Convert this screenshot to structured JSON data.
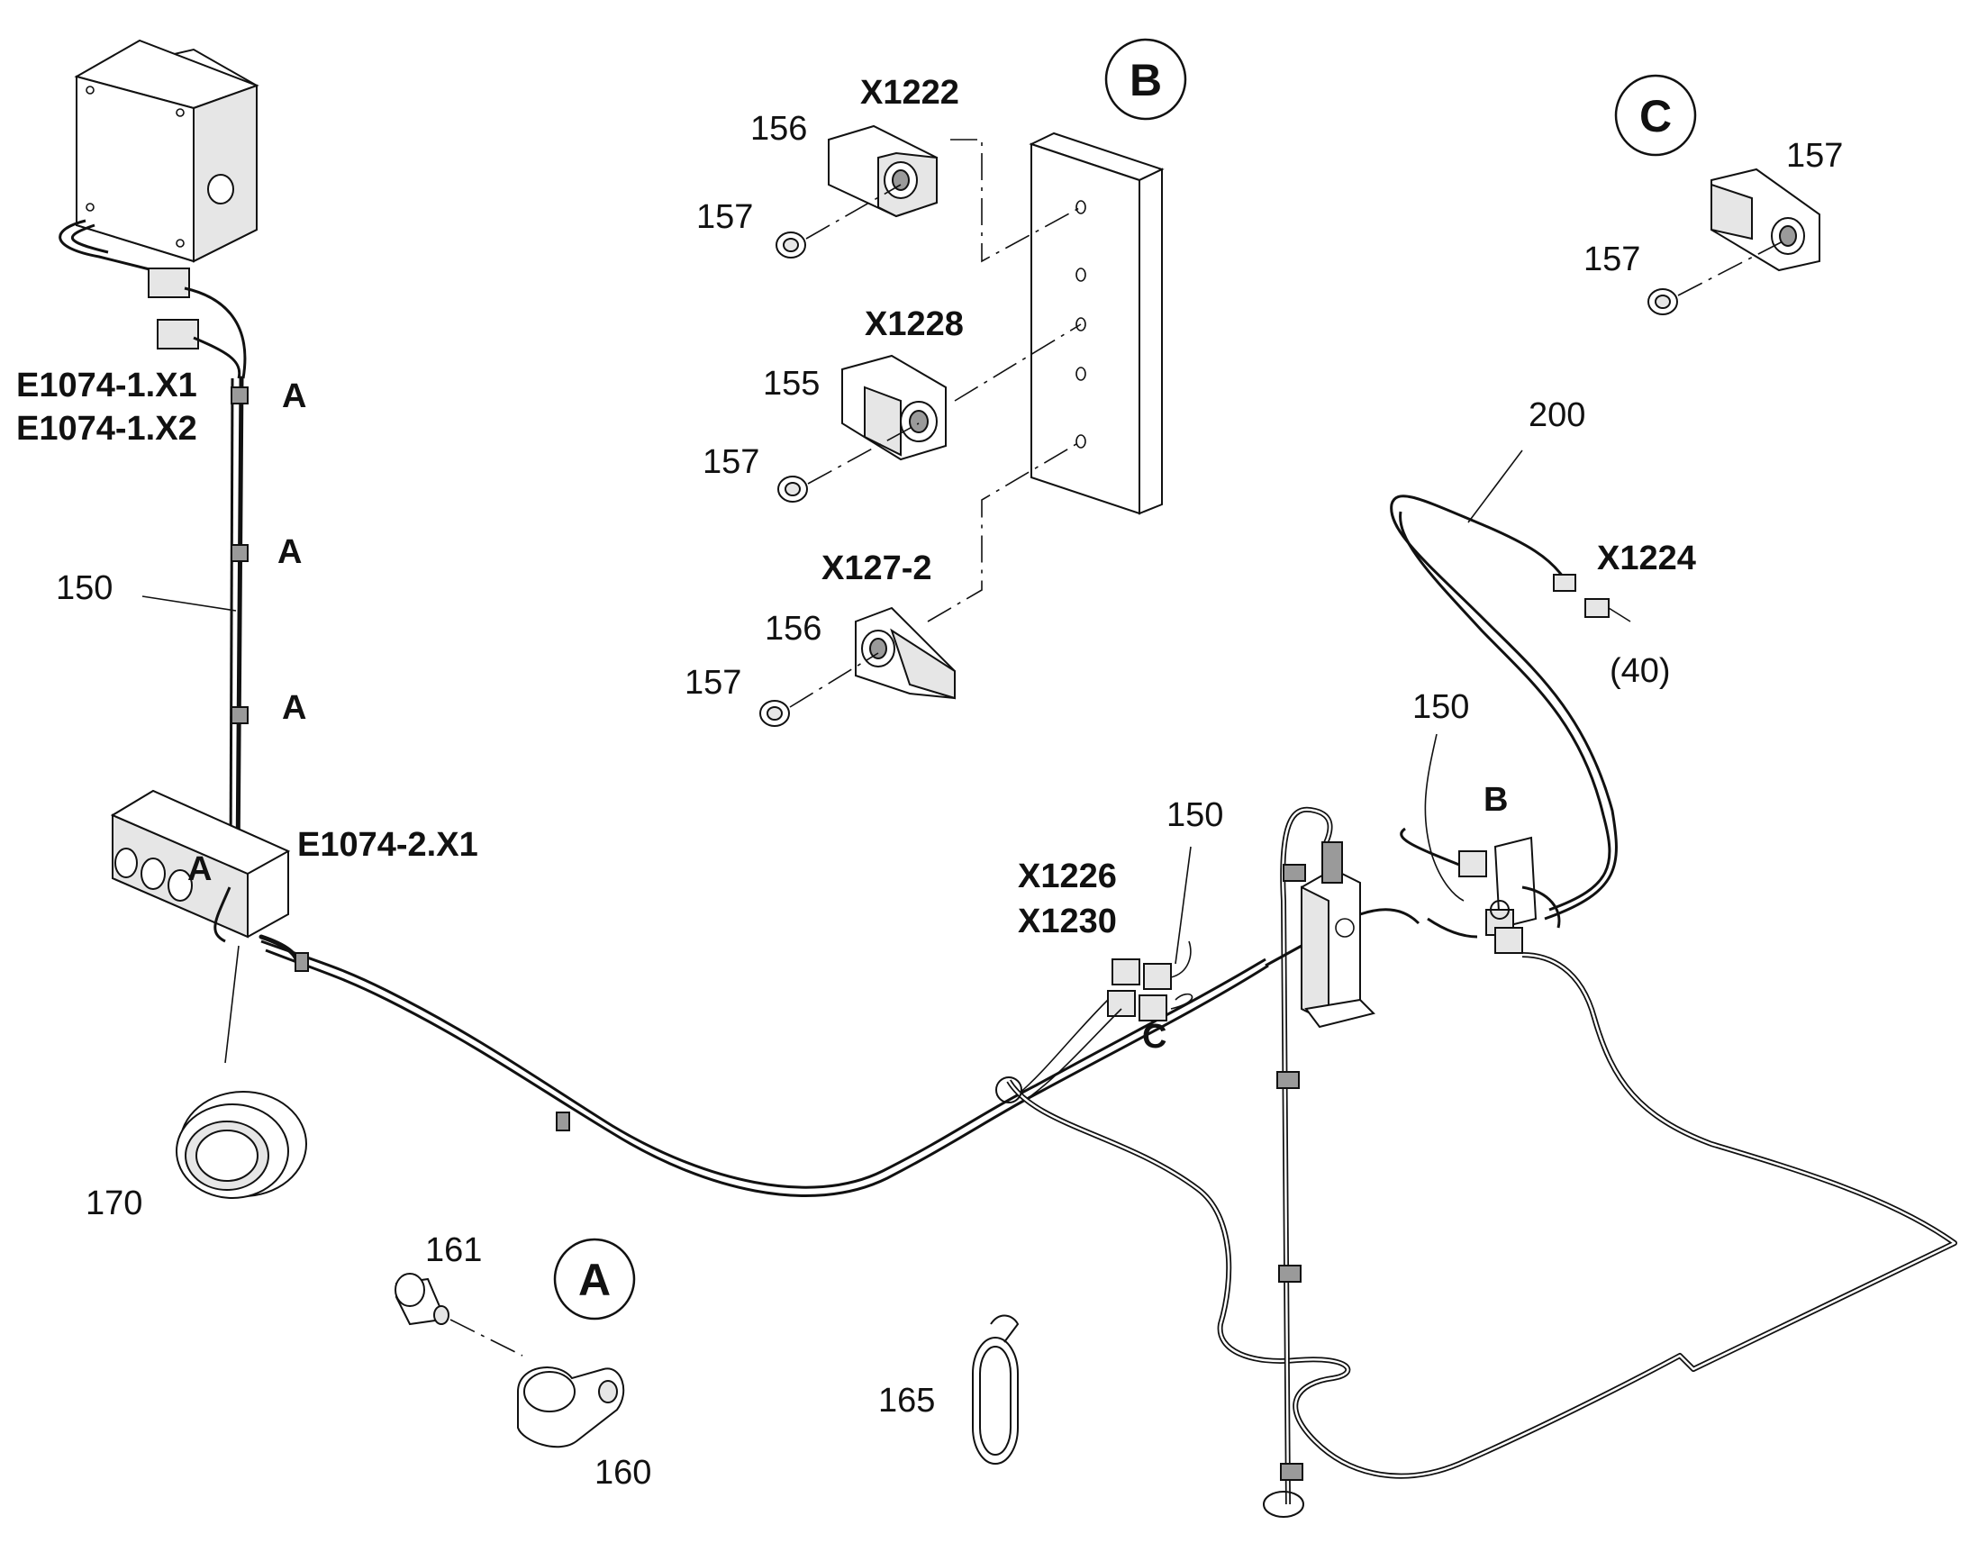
{
  "callouts": {
    "detail_a": "A",
    "detail_b": "B",
    "detail_c": "C"
  },
  "labels": {
    "x1222": "X1222",
    "x1228": "X1228",
    "x127_2": "X127-2",
    "b_156_top": "156",
    "b_157_top": "157",
    "b_155": "155",
    "b_157_mid": "157",
    "b_156_bot": "156",
    "b_157_bot": "157",
    "c_157_top": "157",
    "c_157_screw": "157",
    "e1074_1_x1": "E1074-1.X1",
    "e1074_1_x2": "E1074-1.X2",
    "a_1": "A",
    "a_2": "A",
    "a_3": "A",
    "a_4": "A",
    "e1074_2_x1": "E1074-2.X1",
    "n150_left": "150",
    "n170": "170",
    "n161": "161",
    "n160": "160",
    "n165": "165",
    "x1226": "X1226",
    "x1230": "X1230",
    "n150_mid": "150",
    "c_on_cable": "C",
    "n150_right": "150",
    "b_on_bracket": "B",
    "n200": "200",
    "x1224": "X1224",
    "n40": "(40)"
  }
}
